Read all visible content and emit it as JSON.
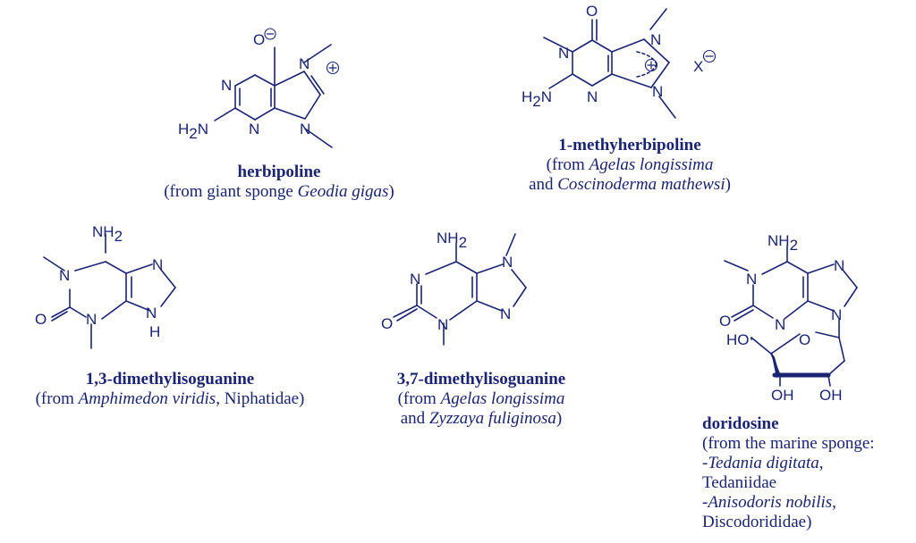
{
  "colors": {
    "ink": "#1a2472",
    "background": "#ffffff"
  },
  "atoms": {
    "N": "N",
    "NH": "NH",
    "H": "H",
    "NH2_base": "NH",
    "NH2_sub": "2",
    "H2N_base": "H",
    "H2N_rest": "N",
    "O": "O",
    "OH": "OH",
    "HO": "HO",
    "X": "X",
    "O_minus": "O"
  },
  "compounds": [
    {
      "name": "herbipoline",
      "source_lines": [
        [
          "(from giant sponge ",
          ""
        ],
        [
          "",
          "Geodia gigas"
        ],
        [
          ")",
          ""
        ]
      ]
    },
    {
      "name": "1-methyherbipoline",
      "line1_pre": "(from ",
      "line1_italic": "Agelas longissima",
      "line2_pre": "and ",
      "line2_italic": "Coscinoderma mathewsi",
      "line2_post": ")"
    },
    {
      "name": "1,3-dimethylisoguanine",
      "line1_pre": "(from ",
      "line1_italic": "Amphimedon viridis",
      "line1_post": ", Niphatidae)"
    },
    {
      "name": "3,7-dimethylisoguanine",
      "line1_pre": "(from ",
      "line1_italic": "Agelas longissima",
      "line2_pre": "and ",
      "line2_italic": "Zyzzaya fuliginosa",
      "line2_post": ")"
    },
    {
      "name": "doridosine",
      "line1": "(from the marine sponge:",
      "line2_pre": "-",
      "line2_italic": "Tedania digitata",
      "line2_post": ",",
      "line3": "Tedaniidae",
      "line4_pre": "-",
      "line4_italic": "Anisodoris nobilis",
      "line4_post": ",",
      "line5": "Discodorididae)"
    }
  ]
}
